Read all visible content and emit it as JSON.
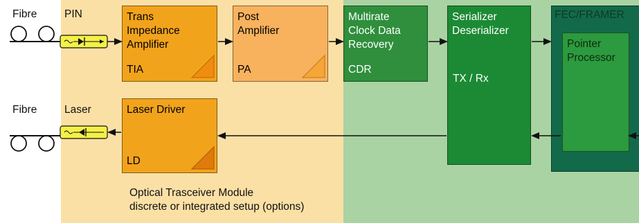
{
  "labels": {
    "fibre_top": "Fibre",
    "fibre_bottom": "Fibre",
    "pin": "PIN",
    "laser": "Laser"
  },
  "blocks": {
    "tia": {
      "title": "Trans\nImpedance\nAmplifier",
      "abbr": "TIA"
    },
    "pa": {
      "title": "Post\nAmplifier",
      "abbr": "PA"
    },
    "cdr": {
      "title": "Multirate\nClock Data\nRecovery",
      "abbr": "CDR"
    },
    "serdes": {
      "title": "Serializer\nDeserializer",
      "abbr": "TX / Rx"
    },
    "fec": {
      "title": "FEC/FRAMER"
    },
    "pointer": {
      "title": "Pointer\nProcessor"
    },
    "laser_driver": {
      "title": "Laser Driver",
      "abbr": "LD"
    }
  },
  "caption": {
    "line1": "Optical Trasceiver Module",
    "line2": "discrete or integrated setup (options)"
  },
  "colors": {
    "optical_zone": "#fbe0a6",
    "digital_zone": "#a9d3a2",
    "tia_block": "#f2a31c",
    "pa_block": "#f8b25e",
    "cdr_block": "#2f8f3c",
    "serdes_block": "#1c8a34",
    "fec_block": "#136a4a",
    "pointer_block": "#2c9a3e",
    "laser_driver_block": "#f2a31c",
    "photodiode": "#f4f047",
    "triangle": "#f08c10"
  }
}
